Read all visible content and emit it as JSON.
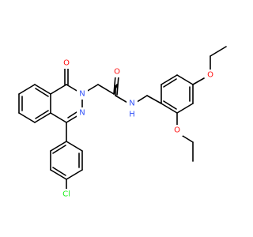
{
  "colors": {
    "bond": "#000000",
    "oxygen": "#ff0d0d",
    "nitrogen": "#3050f8",
    "chlorine": "#1ff01f",
    "background": "#ffffff"
  },
  "atoms": {
    "o_keto": "O",
    "n_ring2": "N",
    "n_ring3": "N",
    "o_amide": "O",
    "n_amide": "N",
    "h_amide": "H",
    "o_ether1": "O",
    "o_ether2": "O",
    "cl": "Cl"
  }
}
